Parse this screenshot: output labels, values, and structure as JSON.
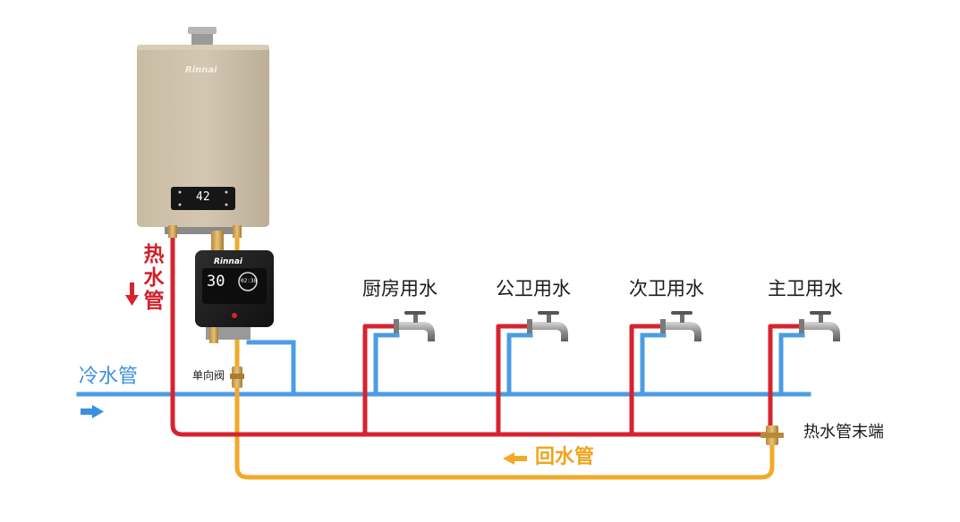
{
  "heater": {
    "brand": "Rinnai",
    "display": "42"
  },
  "pump": {
    "brand": "Rinnai",
    "temp": "30",
    "time": "02:30"
  },
  "labels": {
    "hot_pipe": "热水管",
    "cold_pipe": "冷水管",
    "return_pipe": "回水管",
    "check_valve": "单向阀",
    "hot_pipe_end": "热水管末端"
  },
  "taps": [
    {
      "label": "厨房用水"
    },
    {
      "label": "公卫用水"
    },
    {
      "label": "次卫用水"
    },
    {
      "label": "主卫用水"
    }
  ],
  "colors": {
    "hot": "#d8232e",
    "cold": "#4c9ce4",
    "return": "#f3a928",
    "heater_body": "#cdbfa9",
    "pump_body": "#1e1e1e"
  }
}
